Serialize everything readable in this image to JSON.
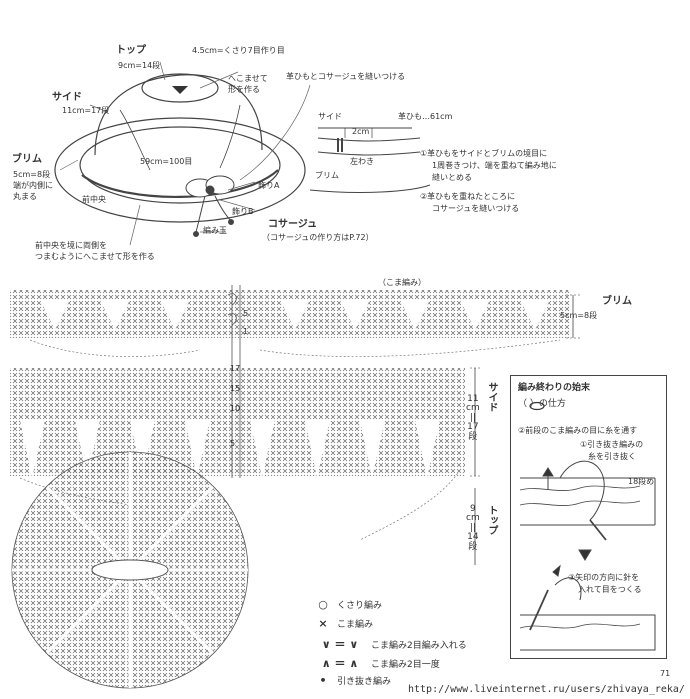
{
  "hat_diagram": {
    "top_label": "トップ",
    "top_measure": "9cm=14段",
    "top_chain": "4.5cm=くさり7目作り目",
    "dent_note": [
      "へこませて",
      "形を作る"
    ],
    "side_label": "サイド",
    "side_measure": "11cm=17段",
    "brim_label": "ブリム",
    "brim_measure": [
      "5cm=8段",
      "端が内側に",
      "丸まる"
    ],
    "front_center": "前中央",
    "circumference": "59cm=100目",
    "decor_a": "飾りA",
    "decor_b": "飾りB",
    "knit_ball": "編み玉",
    "corsage_title": "コサージュ",
    "corsage_ref": "（コサージュの作り方はP.72）",
    "front_dent_note": [
      "前中央を境に両側を",
      "つまむようにへこませて形を作る"
    ],
    "leather_sew_note": "革ひもとコサージュを縫いつける"
  },
  "detail_diagram": {
    "side_label": "サイド",
    "leather_label": "革ひも…61cm",
    "width_label": "2cm",
    "left_side": "左わき",
    "brim_label": "ブリム",
    "step1": [
      "①革ひもをサイドとブリムの境目に",
      "1周巻きつけ、端を重ねて編み地に",
      "縫いとめる"
    ],
    "step2": [
      "②革ひもを重ねたところに",
      "コサージュを縫いつける"
    ]
  },
  "chart": {
    "sc_label": "（こま編み）",
    "brim_label": "ブリム",
    "brim_measure": "5cm=8段",
    "side_label": "サイド",
    "side_measure": [
      "11",
      "cm",
      "||",
      "17",
      "段"
    ],
    "top_label": "トップ",
    "top_measure": [
      "9",
      "cm",
      "||",
      "14",
      "段"
    ],
    "row_markers": [
      "5",
      "1",
      "17",
      "15",
      "10",
      "5"
    ]
  },
  "legend": [
    {
      "icon": "chain-icon",
      "symbol": "○",
      "label": "くさり編み"
    },
    {
      "icon": "sc-icon",
      "symbol": "×",
      "label": "こま編み"
    },
    {
      "icon": "inc-icon",
      "symbol": "∨ ＝ ∨",
      "label": "こま編み2目編み入れる"
    },
    {
      "icon": "dec-icon",
      "symbol": "∧ ＝ ∧",
      "label": "こま編み2目一度"
    },
    {
      "icon": "slip-icon",
      "symbol": "•",
      "label": "引き抜き編み"
    }
  ],
  "finish": {
    "title": "編み終わりの始末",
    "subtitle": "（ ）の仕方",
    "step2": "②前段のこま編みの目に糸を通す",
    "step1": [
      "①引き抜き編みの",
      "糸を引き抜く"
    ],
    "row_label": "18段め",
    "step3": [
      "③矢印の方向に針を",
      "入れて目をつくる"
    ]
  },
  "page_number": "71",
  "footer_url": "http://www.liveinternet.ru/users/zhivaya_reka/"
}
